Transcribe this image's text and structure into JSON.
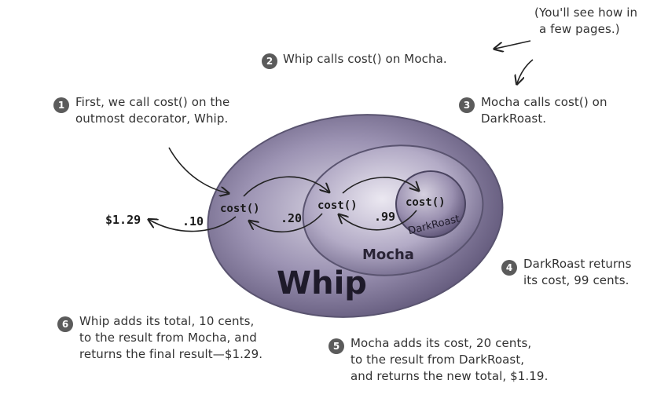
{
  "aside": {
    "lines": [
      "(You'll see how in",
      "a few pages.)"
    ]
  },
  "steps": [
    {
      "num": "1",
      "lines": [
        "First, we call cost() on the",
        "outmost decorator, Whip."
      ]
    },
    {
      "num": "2",
      "lines": [
        "Whip calls cost() on Mocha."
      ]
    },
    {
      "num": "3",
      "lines": [
        "Mocha calls cost() on",
        "DarkRoast."
      ]
    },
    {
      "num": "4",
      "lines": [
        "DarkRoast returns",
        "its cost, 99 cents."
      ]
    },
    {
      "num": "5",
      "lines": [
        "Mocha adds its cost, 20 cents,",
        "to the result from DarkRoast,",
        "and returns the new total, $1.19."
      ]
    },
    {
      "num": "6",
      "lines": [
        "Whip adds its total, 10 cents,",
        "to the result from Mocha, and",
        "returns the final result—$1.29."
      ]
    }
  ],
  "diagram": {
    "whip_label": "Whip",
    "mocha_label": "Mocha",
    "darkroast_label": "DarkRoast",
    "cost_call": "cost()",
    "final_result": "$1.29",
    "whip_value": ".10",
    "mocha_value": ".20",
    "darkroast_value": ".99"
  }
}
